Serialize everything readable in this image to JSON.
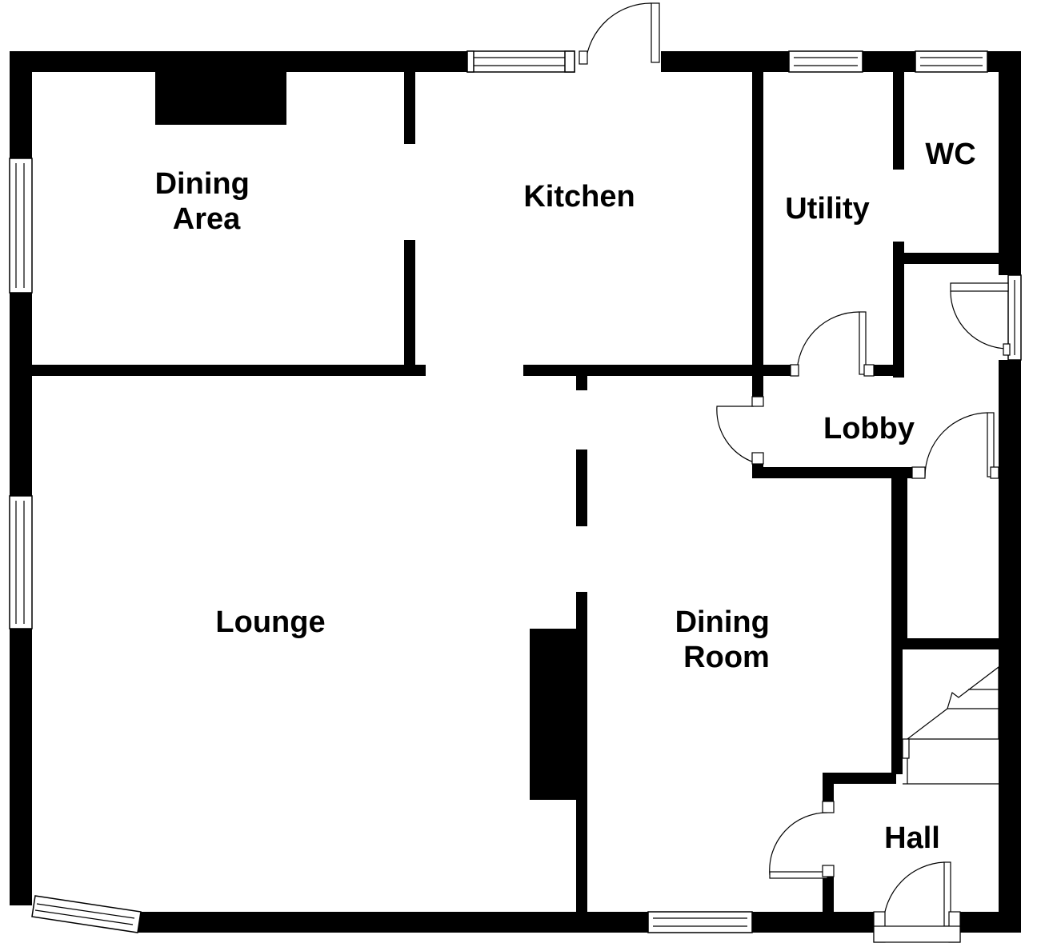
{
  "plan": {
    "rooms": [
      {
        "id": "dining-area",
        "label_lines": [
          "Dining",
          "Area"
        ]
      },
      {
        "id": "kitchen",
        "label_lines": [
          "Kitchen"
        ]
      },
      {
        "id": "utility",
        "label_lines": [
          "Utility"
        ]
      },
      {
        "id": "wc",
        "label_lines": [
          "WC"
        ]
      },
      {
        "id": "lobby",
        "label_lines": [
          "Lobby"
        ]
      },
      {
        "id": "lounge",
        "label_lines": [
          "Lounge"
        ]
      },
      {
        "id": "dining-room",
        "label_lines": [
          "Dining",
          "Room"
        ]
      },
      {
        "id": "hall",
        "label_lines": [
          "Hall"
        ]
      }
    ],
    "colors": {
      "wall": "#000000",
      "background": "#ffffff"
    }
  }
}
